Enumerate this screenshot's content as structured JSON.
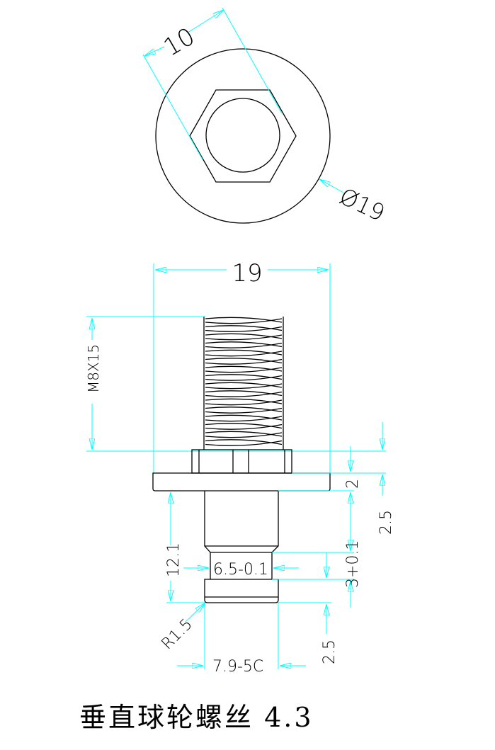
{
  "drawing": {
    "title": "垂直球轮螺丝 4.3",
    "colors": {
      "outline": "#000000",
      "dimension": "#00ffff"
    },
    "top_view": {
      "hex_across_flats": "10",
      "outer_diameter": "Ø19"
    },
    "side_view": {
      "overall_width": "19",
      "thread_spec": "M8X15",
      "flange_thickness": "2",
      "nut_to_flange_bottom": "2.5",
      "shank_length": "12.1",
      "groove_diameter": "6.5-0.1",
      "groove_width": "3+0.1",
      "fillet_radius": "R1.5",
      "bottom_offset": "2.5",
      "collar_diameter": "7.9-5C"
    }
  }
}
